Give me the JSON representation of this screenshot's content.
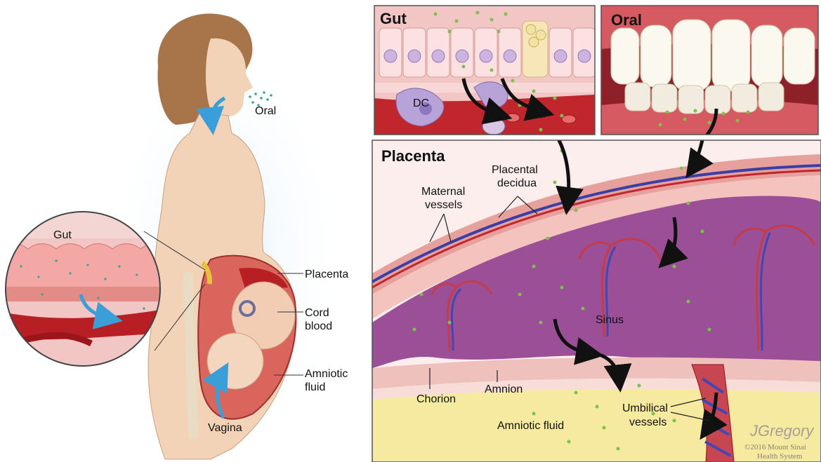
{
  "left_panel": {
    "labels": {
      "oral": "Oral",
      "gut": "Gut",
      "placenta": "Placenta",
      "cord_blood_1": "Cord",
      "cord_blood_2": "blood",
      "amniotic_fluid_1": "Amniotic",
      "amniotic_fluid_2": "fluid",
      "vagina": "Vagina"
    }
  },
  "gut_panel": {
    "title": "Gut",
    "dc_label": "DC"
  },
  "oral_panel": {
    "title": "Oral"
  },
  "placenta_panel": {
    "title": "Placenta",
    "labels": {
      "placental_decidua_1": "Placental",
      "placental_decidua_2": "decidua",
      "maternal_vessels_1": "Maternal",
      "maternal_vessels_2": "vessels",
      "sinus": "Sinus",
      "chorion": "Chorion",
      "amnion": "Amnion",
      "amniotic_fluid": "Amniotic fluid",
      "umbilical_vessels_1": "Umbilical",
      "umbilical_vessels_2": "vessels"
    }
  },
  "credit": {
    "signature": "JGregory",
    "copyright_1": "©2016 Mount Sinai",
    "copyright_2": "Health System"
  },
  "colors": {
    "bacteria": "#7cc24a",
    "artery": "#c0262b",
    "vein": "#3a3fa8",
    "villi_purple": "#9a4f97",
    "amniotic_yellow": "#f6eaa0",
    "skin": "#f3d3b8",
    "hair": "#a8744a"
  }
}
